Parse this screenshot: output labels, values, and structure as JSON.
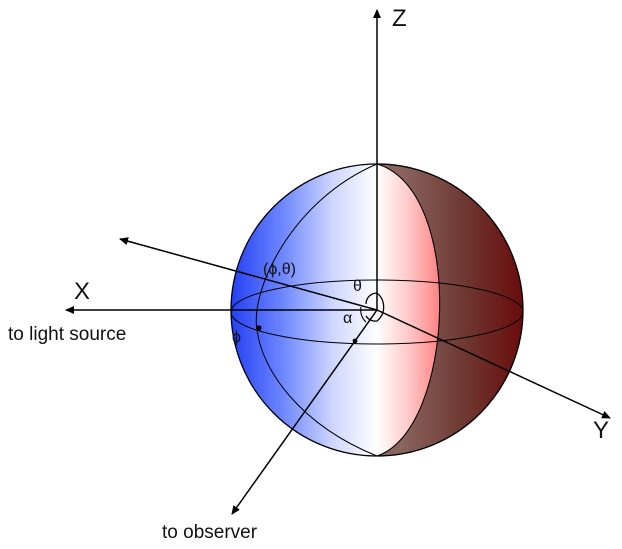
{
  "diagram": {
    "axes": {
      "z_label": "Z",
      "x_label": "X",
      "y_label": "Y"
    },
    "labels": {
      "to_light_source": "to light source",
      "to_observer": "to observer",
      "point": "(ϕ,θ)",
      "theta": "θ",
      "alpha": "α",
      "phi": "ϕ"
    },
    "colors": {
      "lit_blue": "#2b46f5",
      "mid_white": "#ffffff",
      "pink": "#ff6f6f",
      "shadow_dark": "#6e0f0f",
      "line": "#000000"
    }
  }
}
